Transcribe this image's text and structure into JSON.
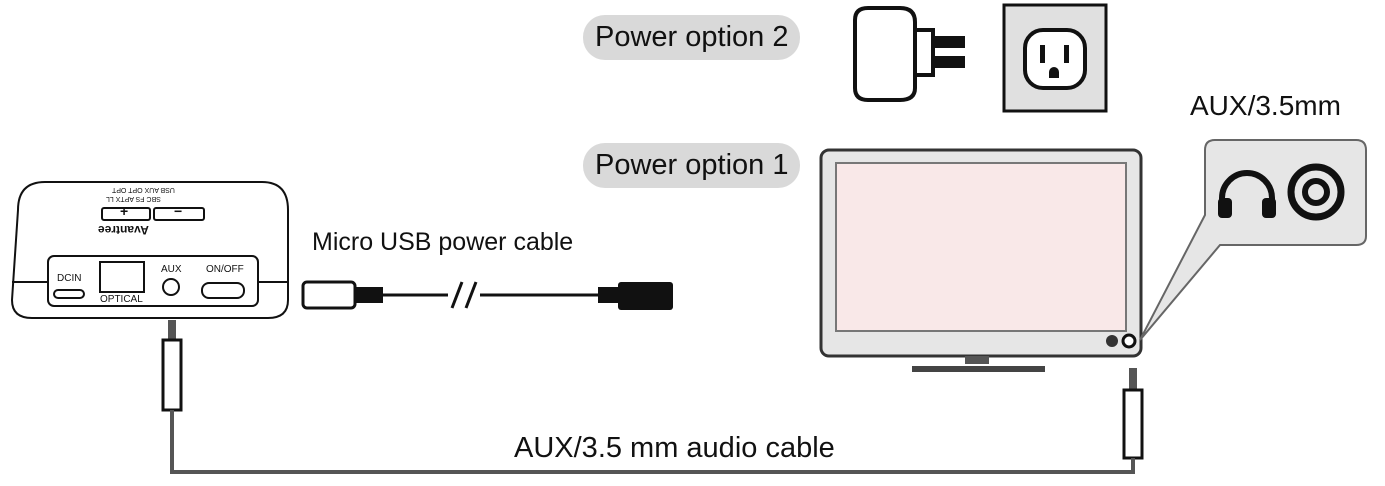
{
  "labels": {
    "power_option_2": "Power option 2",
    "power_option_1": "Power option 1",
    "aux_jack": "AUX/3.5mm",
    "micro_usb_cable": "Micro USB power cable",
    "aux_cable": "AUX/3.5 mm audio cable"
  },
  "device": {
    "brand": "Avantree",
    "top_row_1": "USB  AUX  OPT OPT",
    "top_row_2": "SBC  FS  APTX  LL",
    "port_dcin": "DCIN",
    "port_optical": "OPTICAL",
    "port_aux": "AUX",
    "switch": "ON/OFF",
    "plus": "+",
    "minus": "−"
  },
  "colors": {
    "pill": "#d9d9d9",
    "screen": "#f9e8e8",
    "tv_frame": "#e6e6e6",
    "outlet": "#e0e0e0"
  }
}
